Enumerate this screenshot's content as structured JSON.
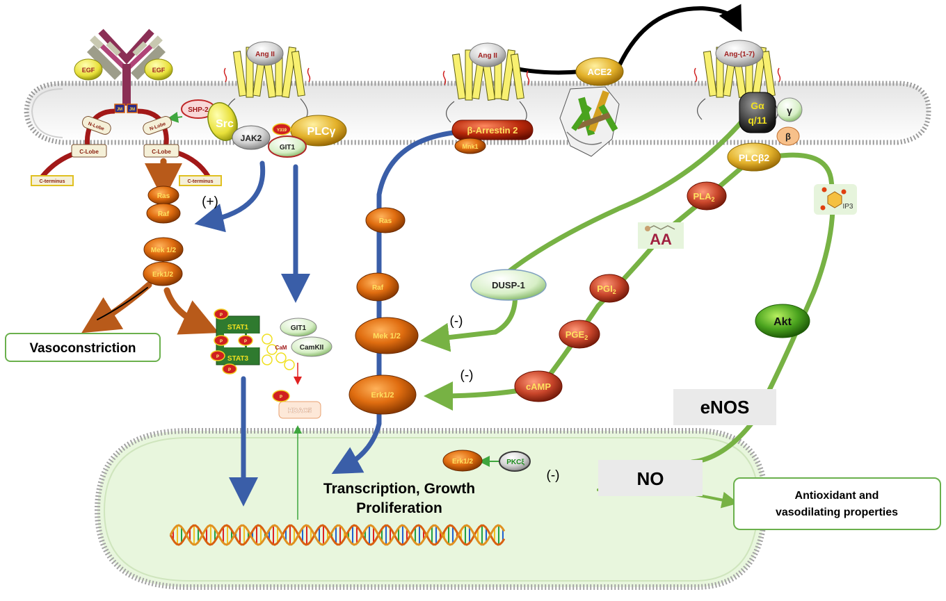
{
  "receptors": {
    "egf_left": "EGF",
    "egf_right": "EGF",
    "jm_left": "JM",
    "jm_right": "JM",
    "nlobe_left": "N-Lobe",
    "nlobe_right": "N-Lobe",
    "clobe_left": "C-Lobe",
    "clobe_right": "C-Lobe",
    "cterm_left": "C-terminus",
    "cterm_right": "C-terminus",
    "ang2_left": "Ang II",
    "ang2_mid": "Ang II",
    "ang17": "Ang-(1-7)",
    "ace2": "ACE2"
  },
  "membrane_proteins": {
    "shp2": "SHP-2",
    "src": "Src",
    "jak2": "JAK2",
    "y319": "Y319",
    "plcg": "PLCγ",
    "git1": "GIT1",
    "barrestin": "β-Arrestin 2",
    "mnk1": "Mnk1",
    "galpha": "Gα",
    "gq11": "q/11",
    "gamma": "γ",
    "beta": "β",
    "plcb2": "PLCβ2"
  },
  "egfr_cascade": {
    "ras": "Ras",
    "raf": "Raf",
    "mek": "Mek 1/2",
    "erk": "Erk1/2",
    "plus": "(+)"
  },
  "outcomes": {
    "vasoconstriction": "Vasoconstriction",
    "transcription_line1": "Transcription, Growth",
    "transcription_line2": "Proliferation",
    "antiox_line1": "Antioxidant and",
    "antiox_line2": "vasodilating properties"
  },
  "stat_complex": {
    "stat1": "STAT1",
    "stat3": "STAT3",
    "p_label": "P",
    "git1": "GIT1",
    "camkii": "CamKII",
    "cam": "CaM",
    "hdac5": "HDAC5"
  },
  "arrestin_cascade": {
    "ras": "Ras",
    "raf": "Raf",
    "mek": "Mek 1/2",
    "erk": "Erk1/2",
    "minus1": "(-)",
    "minus2": "(-)"
  },
  "mas_pathway": {
    "dusp1": "DUSP-1",
    "pla2": "PLA",
    "pla2_sub": "2",
    "aa": "AA",
    "pgi2": "PGI",
    "pgi2_sub": "2",
    "pge2": "PGE",
    "pge2_sub": "2",
    "camp": "cAMP",
    "ip3": "IP3",
    "akt": "Akt",
    "enos": "eNOS",
    "no": "NO"
  },
  "nucleus": {
    "erk": "Erk1/2",
    "pkc": "PKCξ",
    "minus": "(-)"
  },
  "colors": {
    "orange_node": "#d9650c",
    "green_path": "#77b244",
    "blue_path": "#3a5ea8",
    "brown_arrow": "#b85a1a",
    "nucleus_fill": "#e8f6dd"
  }
}
